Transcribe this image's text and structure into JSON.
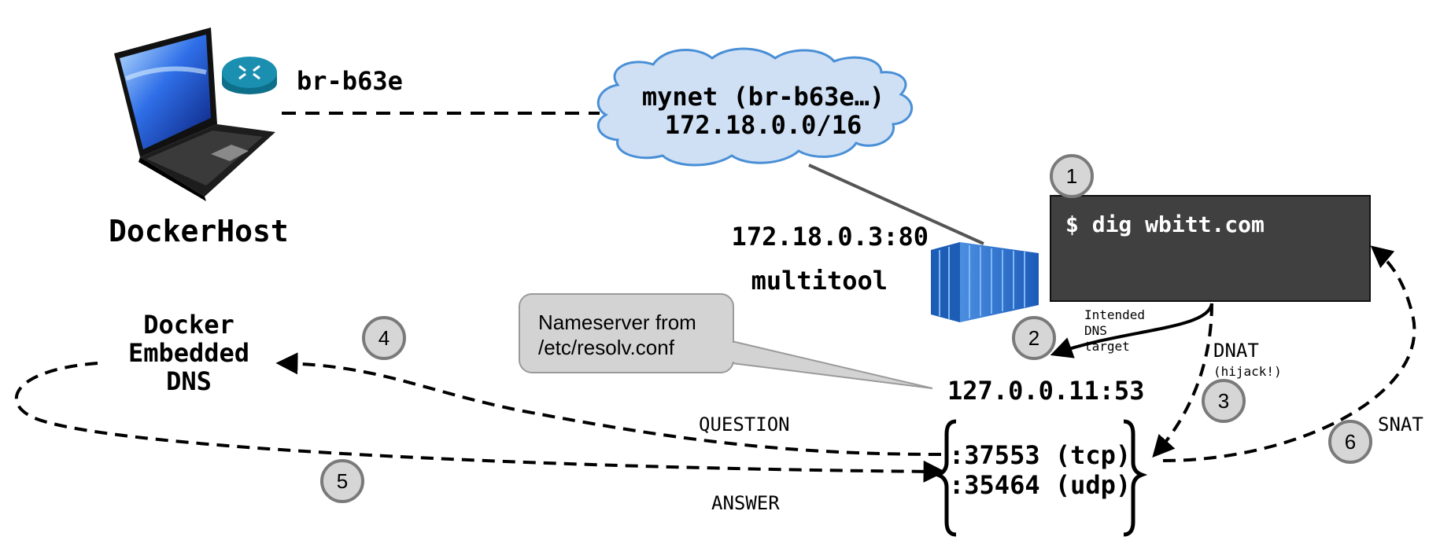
{
  "host": {
    "bridge_label": "br-b63e",
    "name": "DockerHost"
  },
  "network": {
    "line1": "mynet (br-b63e…)",
    "line2": "172.18.0.0/16"
  },
  "container": {
    "address": "172.18.0.3:80",
    "name": "multitool"
  },
  "terminal": {
    "command": "$ dig wbitt.com"
  },
  "callout": {
    "line1": "Nameserver from",
    "line2": "/etc/resolv.conf"
  },
  "dns": {
    "line1": "Docker",
    "line2": "Embedded",
    "line3": "DNS",
    "resolver_address": "127.0.0.11:53",
    "tcp_port": ":37553 (tcp)",
    "udp_port": ":35464 (udp)"
  },
  "labels": {
    "intended1": "Intended",
    "intended2": "DNS",
    "intended3": "target",
    "dnat": "DNAT",
    "hijack": "(hijack!)",
    "snat": "SNAT",
    "question": "QUESTION",
    "answer": "ANSWER"
  },
  "steps": [
    "1",
    "2",
    "3",
    "4",
    "5",
    "6"
  ],
  "colors": {
    "cloud_fill": "#cfe0f5",
    "cloud_stroke": "#4a8fd6",
    "terminal_bg": "#404040",
    "callout_fill": "#d3d3d3",
    "step_fill": "#d6d6d6",
    "container_blue": "#2f6fcf",
    "router_teal": "#1a8fb0"
  }
}
